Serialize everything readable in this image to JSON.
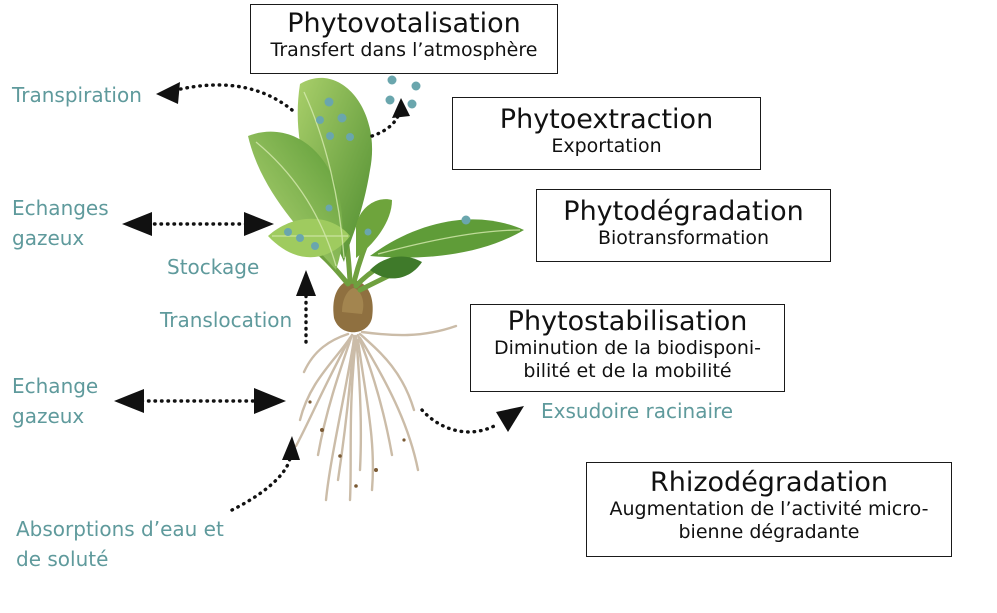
{
  "colors": {
    "label": "#5f9a9c",
    "arrow": "#111111",
    "box_border": "#1a1a1a",
    "leaf": "#7fb34a",
    "leaf_dark": "#4c8a2f",
    "root": "#c9b9a4",
    "bulb": "#8a6a3a",
    "droplet": "#6aa6ad"
  },
  "boxes": {
    "phytovolatilisation": {
      "title": "Phytovotalisation",
      "subtitle": "Transfert dans l’atmosphère"
    },
    "phytoextraction": {
      "title": "Phytoextraction",
      "subtitle": "Exportation"
    },
    "phytodegradation": {
      "title": "Phytodégradation",
      "subtitle": "Biotransformation"
    },
    "phytostabilisation": {
      "title": "Phytostabilisation",
      "subtitle_line1": "Diminution de la biodisponi-",
      "subtitle_line2": "bilité et de la mobilité"
    },
    "rhizodegradation": {
      "title": "Rhizodégradation",
      "subtitle_line1": "Augmentation de l’activité micro-",
      "subtitle_line2": "bienne dégradante"
    }
  },
  "labels": {
    "transpiration": "Transpiration",
    "echanges_line1": "Echanges",
    "echanges_line2": "gazeux",
    "stockage": "Stockage",
    "translocation": "Translocation",
    "echange_line1": "Echange",
    "echange_line2": "gazeux",
    "exsudoire": "Exsudoire racinaire",
    "absorptions_line1": "Absorptions d’eau et",
    "absorptions_line2": "de soluté"
  }
}
